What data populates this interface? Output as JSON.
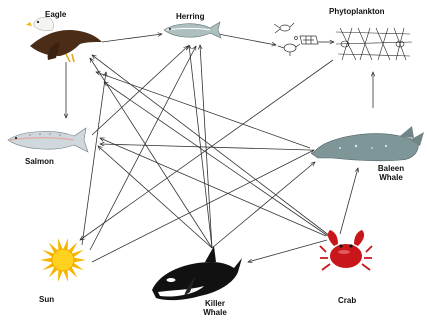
{
  "diagram": {
    "organisms": [
      {
        "key": "eagle",
        "label": "Eagle",
        "icon": "eagle-icon"
      },
      {
        "key": "herring",
        "label": "Herring",
        "icon": "herring-fish-icon"
      },
      {
        "key": "zooplankton",
        "label": "",
        "icon": "zooplankton-icon"
      },
      {
        "key": "phytoplankton",
        "label": "Phytoplankton",
        "icon": "phytoplankton-icon"
      },
      {
        "key": "salmon",
        "label": "Salmon",
        "icon": "salmon-fish-icon"
      },
      {
        "key": "baleen_whale",
        "label": "Baleen Whale",
        "icon": "baleen-whale-icon"
      },
      {
        "key": "sun",
        "label": "Sun",
        "icon": "sun-icon"
      },
      {
        "key": "killer_whale",
        "label": "Killer Whale",
        "icon": "killer-whale-icon"
      },
      {
        "key": "crab",
        "label": "Crab",
        "icon": "crab-icon"
      }
    ],
    "colors": {
      "arrow": "#222222",
      "sun": "#f7b500",
      "sun_core": "#ffd21f",
      "crab": "#c8161b",
      "orca_black": "#111111",
      "whale": "#7f9698",
      "salmon": "#cfd8dc",
      "herring": "#aebfc0",
      "eagle_brown": "#4a2c17"
    }
  }
}
